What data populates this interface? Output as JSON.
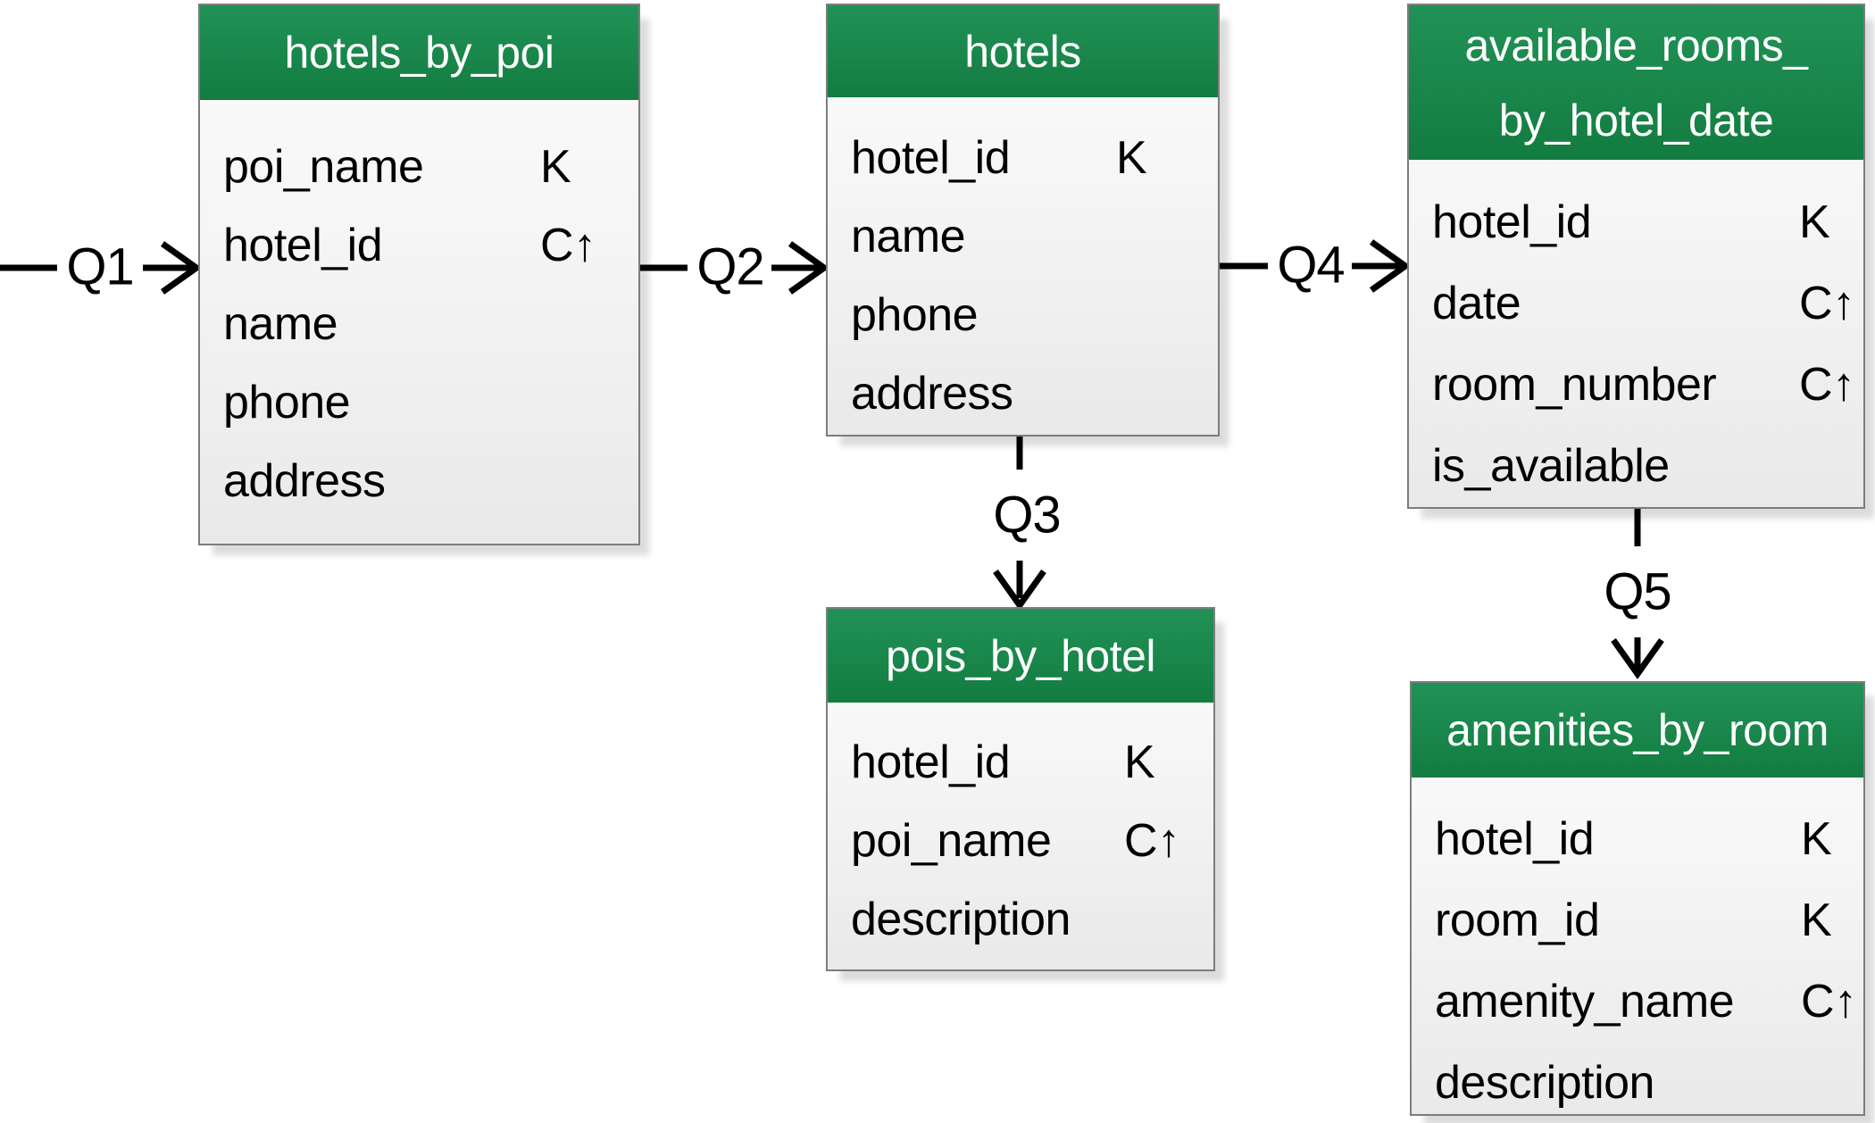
{
  "colors": {
    "header_green_top": "#219257",
    "header_green_bottom": "#137c40",
    "table_border": "#7d7d7d",
    "body_gradient_top": "#fbfbfb",
    "body_gradient_bottom": "#e9e9e9",
    "text": "#000000",
    "arrow": "#000000",
    "header_text": "#ffffff"
  },
  "diagram": {
    "tables": [
      {
        "title": "hotels_by_poi",
        "fields": [
          {
            "name": "poi_name",
            "key": "K"
          },
          {
            "name": "hotel_id",
            "key": "C↑"
          },
          {
            "name": "name",
            "key": ""
          },
          {
            "name": "phone",
            "key": ""
          },
          {
            "name": "address",
            "key": ""
          }
        ]
      },
      {
        "title": "hotels",
        "fields": [
          {
            "name": "hotel_id",
            "key": "K"
          },
          {
            "name": "name",
            "key": ""
          },
          {
            "name": "phone",
            "key": ""
          },
          {
            "name": "address",
            "key": ""
          }
        ]
      },
      {
        "title_lines": [
          "available_rooms_",
          "by_hotel_date"
        ],
        "fields": [
          {
            "name": "hotel_id",
            "key": "K"
          },
          {
            "name": "date",
            "key": "C↑"
          },
          {
            "name": "room_number",
            "key": "C↑"
          },
          {
            "name": "is_available",
            "key": ""
          }
        ]
      },
      {
        "title": "pois_by_hotel",
        "fields": [
          {
            "name": "hotel_id",
            "key": "K"
          },
          {
            "name": "poi_name",
            "key": "C↑"
          },
          {
            "name": "description",
            "key": ""
          }
        ]
      },
      {
        "title": "amenities_by_room",
        "fields": [
          {
            "name": "hotel_id",
            "key": "K"
          },
          {
            "name": "room_id",
            "key": "K"
          },
          {
            "name": "amenity_name",
            "key": "C↑"
          },
          {
            "name": "description",
            "key": ""
          }
        ]
      }
    ],
    "queries": [
      {
        "label": "Q1",
        "to": "hotels_by_poi"
      },
      {
        "label": "Q2",
        "from": "hotels_by_poi",
        "to": "hotels"
      },
      {
        "label": "Q3",
        "from": "hotels",
        "to": "pois_by_hotel"
      },
      {
        "label": "Q4",
        "from": "hotels",
        "to": "available_rooms_by_hotel_date"
      },
      {
        "label": "Q5",
        "from": "available_rooms_by_hotel_date",
        "to": "amenities_by_room"
      }
    ]
  }
}
